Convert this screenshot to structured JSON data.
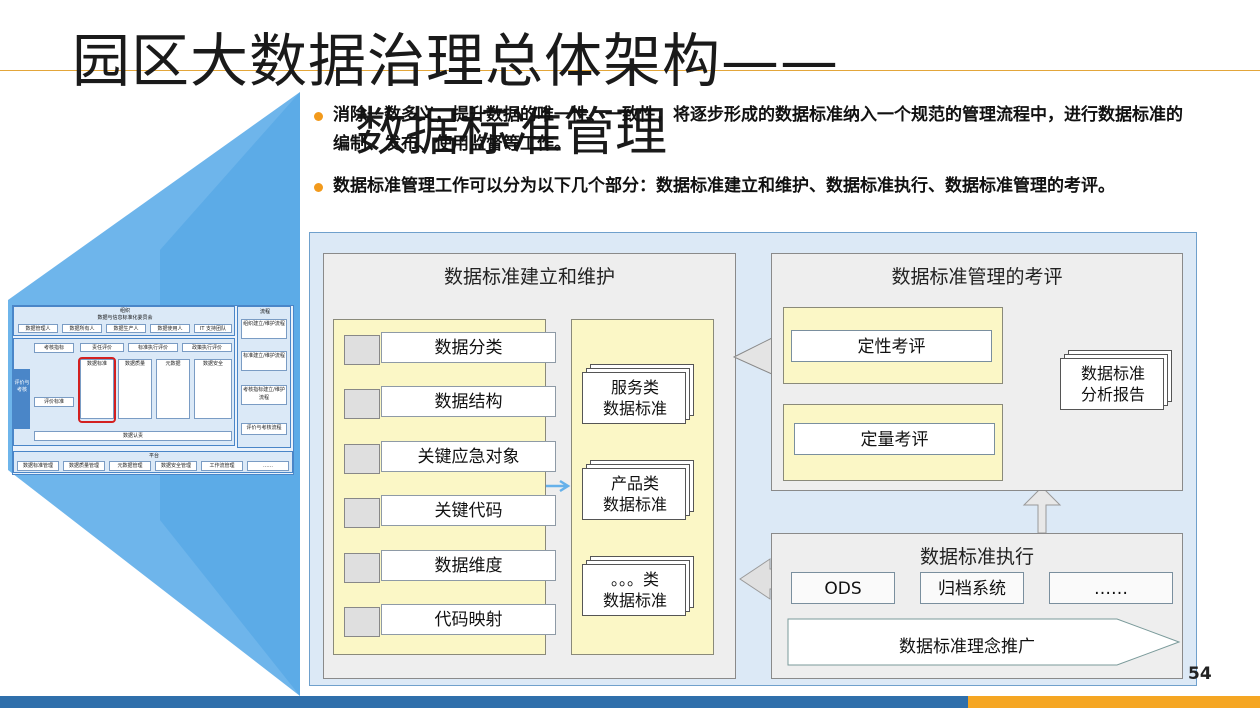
{
  "slide": {
    "title_line1": "园区大数据治理总体架构——",
    "title_line2": "数据标准管理",
    "bullets": [
      "消除一数多义，提升数据的唯一性、一致性，将逐步形成的数据标准纳入一个规范的管理流程中，进行数据标准的编制、发布、使用监督等工作。",
      "数据标准管理工作可以分为以下几个部分：数据标准建立和维护、数据标准执行、数据标准管理的考评。"
    ],
    "page_number": "54",
    "colors": {
      "accent_orange": "#f29a1c",
      "footer_blue": "#2f6fab",
      "footer_orange": "#f5a623",
      "panel_blue": "#dce9f6",
      "arrow_blue": "#66b1ea"
    }
  },
  "diagram": {
    "maintain_panel": {
      "title": "数据标准建立和维护",
      "items": [
        "数据分类",
        "数据结构",
        "关键应急对象",
        "关键代码",
        "数据维度",
        "代码映射"
      ],
      "standards": [
        {
          "line1": "服务类",
          "line2": "数据标准"
        },
        {
          "line1": "产品类",
          "line2": "数据标准"
        },
        {
          "line1": "。。。类",
          "line2": "数据标准"
        }
      ]
    },
    "evaluate_panel": {
      "title": "数据标准管理的考评",
      "qualitative": "定性考评",
      "quantitative": "定量考评",
      "report_line1": "数据标准",
      "report_line2": "分析报告"
    },
    "execute_panel": {
      "title": "数据标准执行",
      "systems": [
        "ODS",
        "归档系统",
        "……"
      ],
      "promotion": "数据标准理念推广"
    }
  },
  "thumbnail": {
    "org_title": "组织",
    "committee": "数据与信息标准化委员会",
    "roles": [
      "数据管理人",
      "数据所有人",
      "数据生产人",
      "数据使用人",
      "IT 支持团队"
    ],
    "process_title": "流程",
    "processes": [
      "组织建立/维护流程",
      "标准建立/维护流程",
      "考核指标建立/维护流程",
      "评价与考核流程"
    ],
    "left_label": "评价与考核",
    "row_labels": [
      "考核指标",
      "评价标准"
    ],
    "sub_headers": [
      "责任评价",
      "标准执行评价",
      "政策执行评价"
    ],
    "domains": [
      "数据标准",
      "数据质量",
      "元数据",
      "数据安全"
    ],
    "base": "数据认责",
    "platform_title": "平台",
    "platform_items": [
      "数据标准管理",
      "数据质量管理",
      "元数据管理",
      "数据安全管理",
      "工作流管理",
      "……"
    ]
  }
}
